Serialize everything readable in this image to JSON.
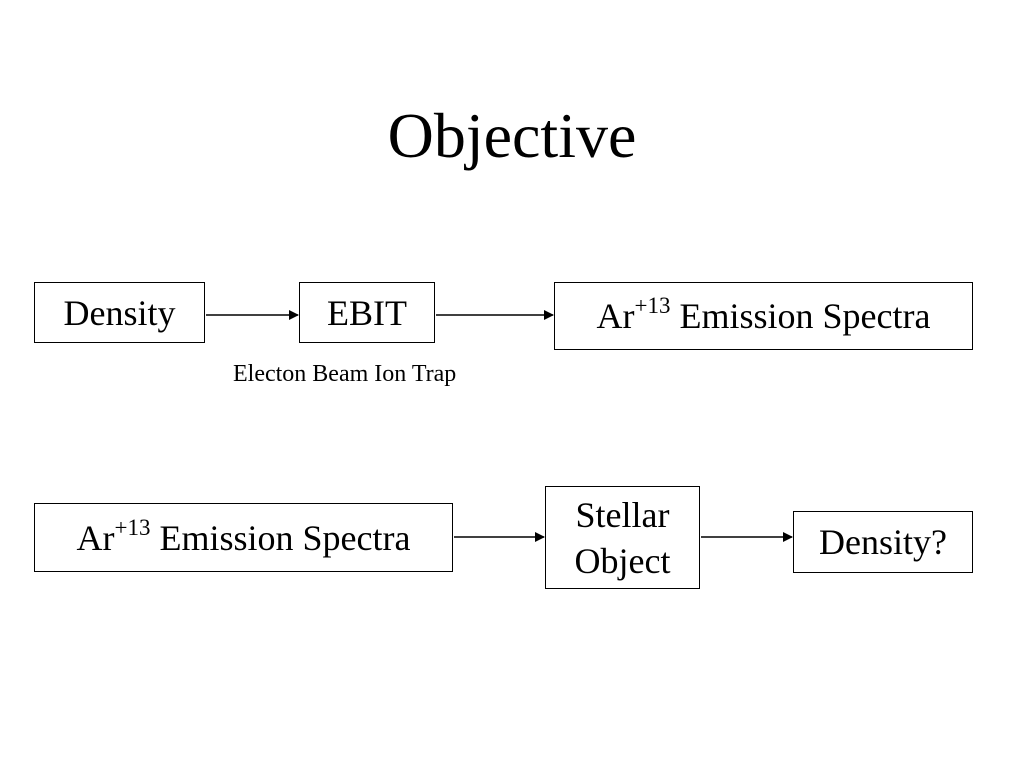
{
  "title": "Objective",
  "row1": {
    "box1": "Density",
    "box2": "EBIT",
    "box2_caption": "Electon Beam Ion Trap",
    "box3": {
      "element": "Ar",
      "charge": "+13",
      "rest": " Emission Spectra"
    }
  },
  "row2": {
    "box1": {
      "element": "Ar",
      "charge": "+13",
      "rest": " Emission Spectra"
    },
    "box2_line1": "Stellar",
    "box2_line2": "Object",
    "box3": "Density?"
  },
  "colors": {
    "background": "#ffffff",
    "stroke": "#000000",
    "text": "#000000"
  }
}
